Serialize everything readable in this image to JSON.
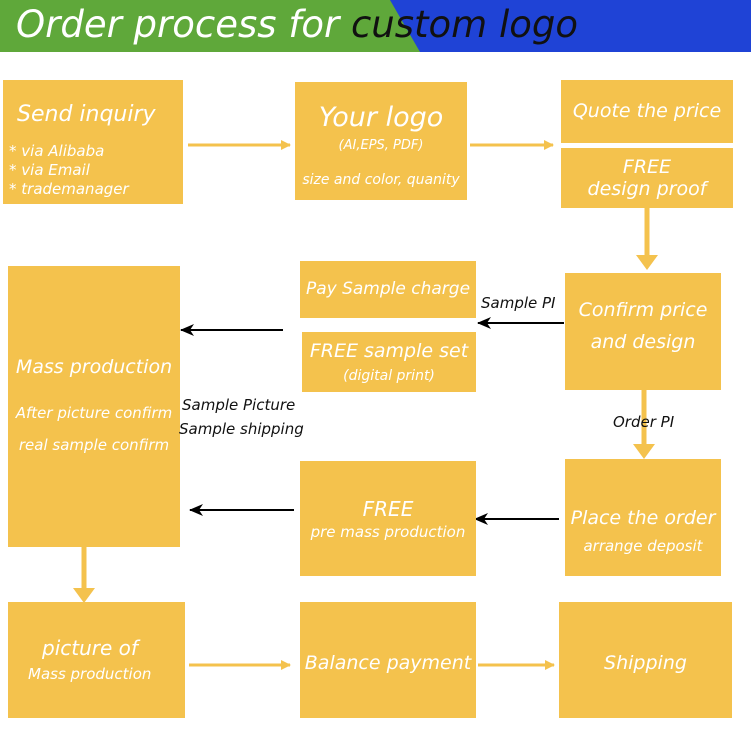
{
  "header": {
    "title_part1": "Order process for ",
    "title_part2": "custom logo",
    "colors": {
      "green": "#5fa83a",
      "blue": "#1f43d6"
    }
  },
  "colors": {
    "box_fill": "#f4c24d",
    "box_text": "#ffffff",
    "arrow_orange": "#f4c24d",
    "arrow_black": "#000000"
  },
  "steps": {
    "send_inquiry": {
      "title": "Send inquiry",
      "items": [
        "* via Alibaba",
        "* via Email",
        "* trademanager"
      ]
    },
    "your_logo": {
      "title": "Your logo",
      "formats": "(AI,EPS, PDF)",
      "details": "size and color, quanity"
    },
    "quote_price": {
      "title": "Quote the price"
    },
    "free_design": {
      "line1": "FREE",
      "line2": "design proof"
    },
    "confirm_price": {
      "line1": "Confirm price",
      "line2": "and design"
    },
    "pay_sample": {
      "title": "Pay Sample charge"
    },
    "free_sample": {
      "title": "FREE sample set",
      "sub": "(digital print)"
    },
    "mass_production": {
      "title": "Mass production",
      "line1": "After picture confirm",
      "line2": "real sample confirm"
    },
    "place_order": {
      "title": "Place the order",
      "sub": "arrange deposit"
    },
    "free_pre": {
      "title": "FREE",
      "sub": "pre mass production"
    },
    "picture_of": {
      "line1": "picture of",
      "line2": "Mass production"
    },
    "balance_payment": {
      "title": "Balance payment"
    },
    "shipping": {
      "title": "Shipping"
    }
  },
  "labels": {
    "sample_pi": "Sample PI",
    "order_pi": "Order PI",
    "sample_picture": "Sample Picture",
    "sample_shipping": "Sample shipping"
  }
}
